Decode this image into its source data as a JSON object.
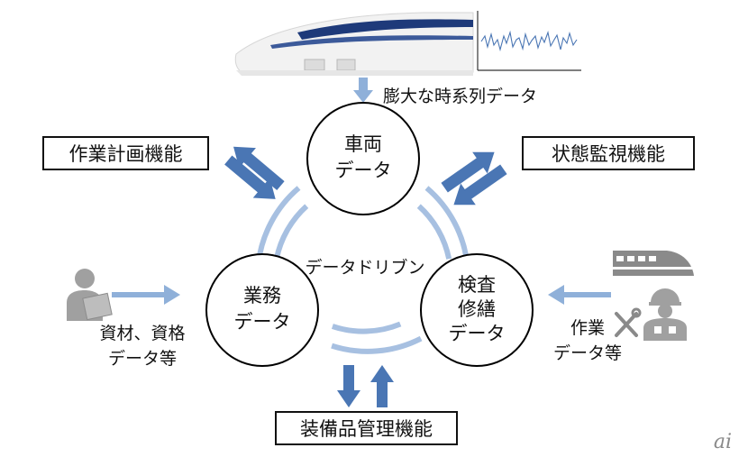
{
  "colors": {
    "arrow_dark": "#4a76b4",
    "arrow_light": "#8fb0d9",
    "ring": "#a7c0e1",
    "icon_gray": "#a0a0a0",
    "train_stripe": "#1e3a7a"
  },
  "top_caption": "膨大な時系列データ",
  "nodes": {
    "vehicle": [
      "車両",
      "データ"
    ],
    "business": [
      "業務",
      "データ"
    ],
    "inspection": [
      "検査",
      "修繕",
      "データ"
    ]
  },
  "center_label": "データドリブン",
  "boxes": {
    "work_planning": "作業計画機能",
    "condition_monitoring": "状態監視機能",
    "equipment_management": "装備品管理機能"
  },
  "left_caption": [
    "資材、資格",
    "データ等"
  ],
  "right_caption": [
    "作業",
    "データ等"
  ],
  "icons": [
    "shinkansen-train-icon",
    "timeseries-chart-icon",
    "worker-with-document-icon",
    "small-train-icon",
    "maintenance-worker-icon",
    "tools-icon"
  ],
  "watermark": "ai"
}
